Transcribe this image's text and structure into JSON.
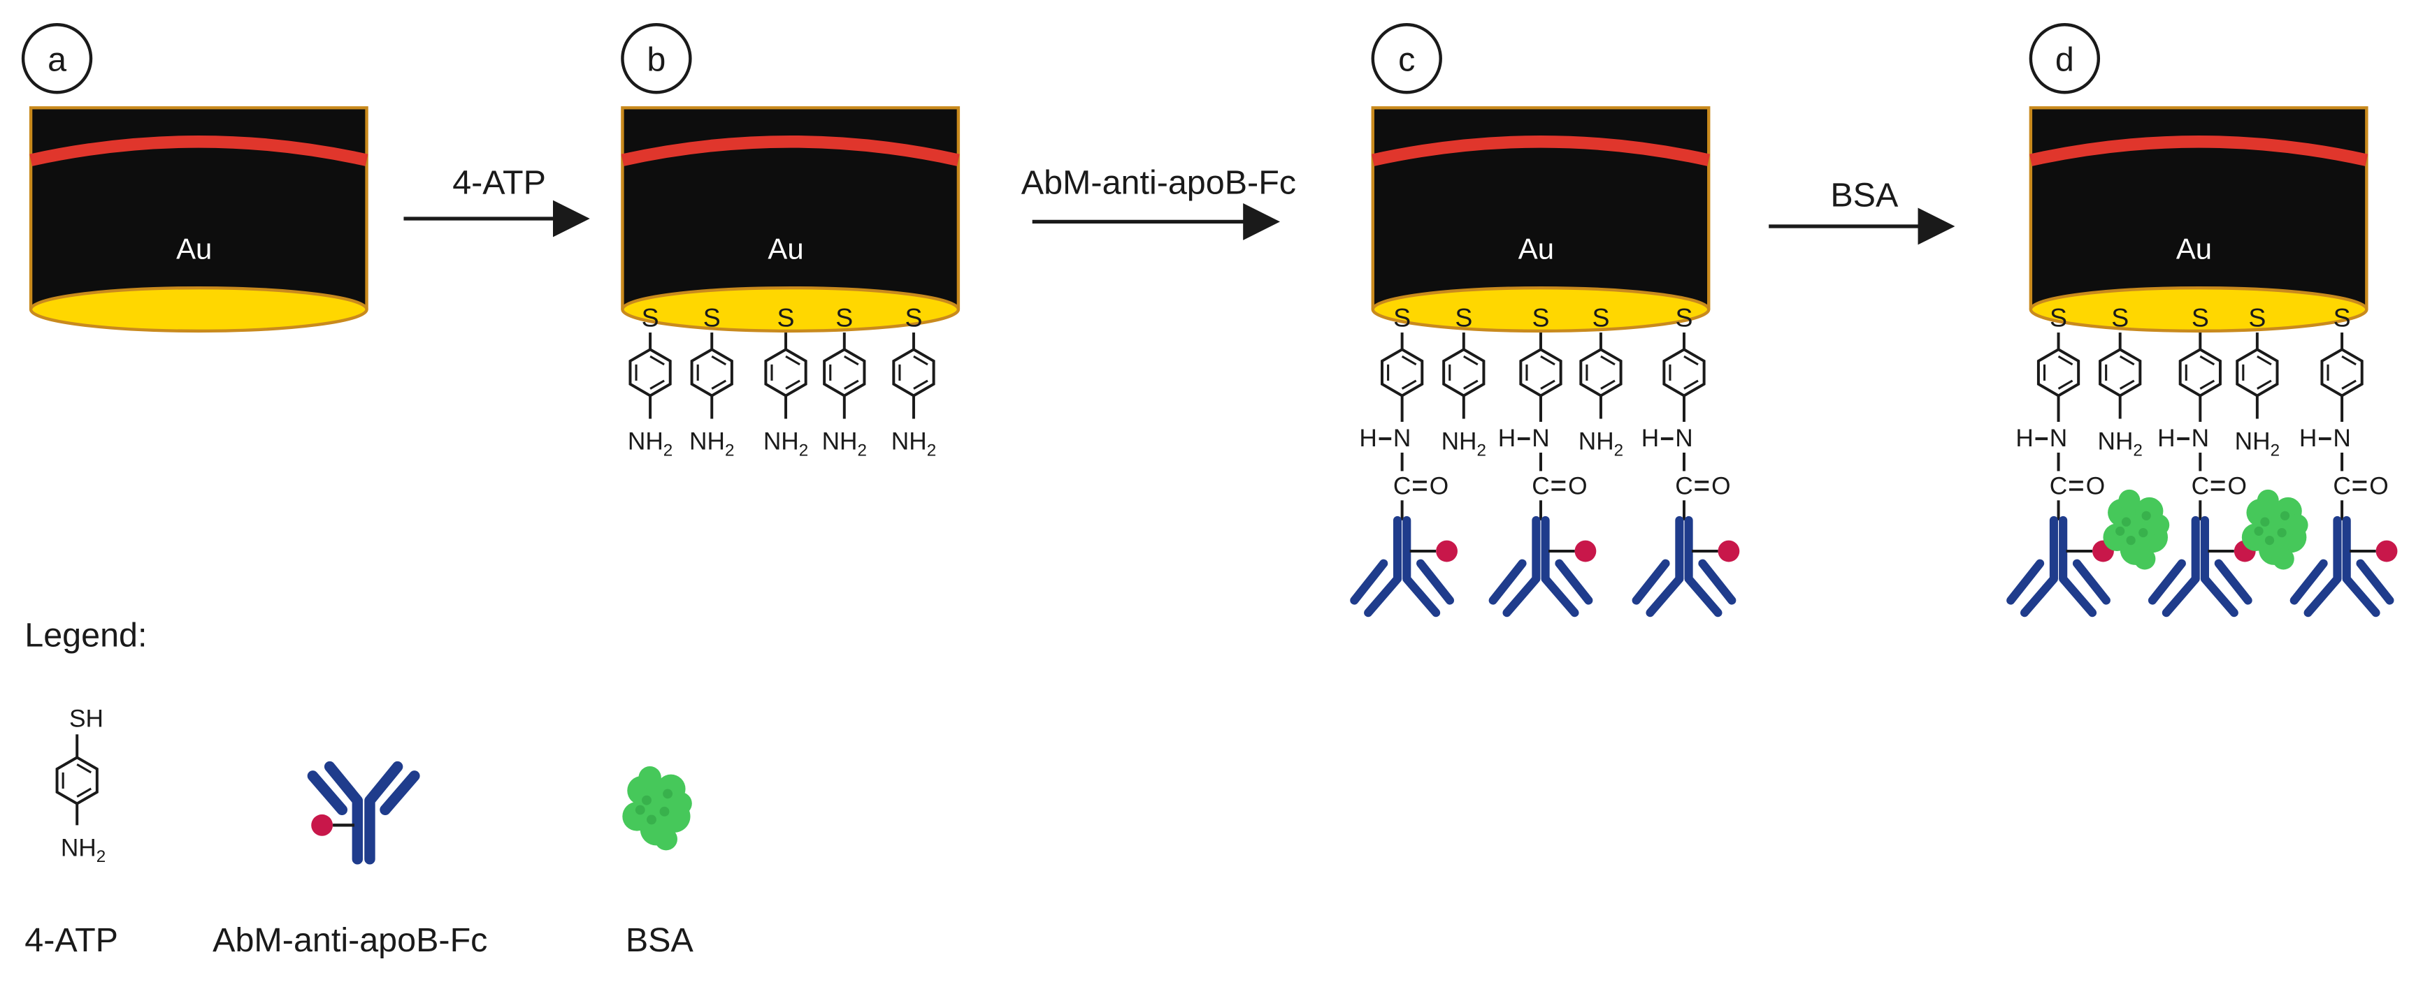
{
  "panels": [
    {
      "id": "a",
      "letter": "a",
      "metal": "Au"
    },
    {
      "id": "b",
      "letter": "b",
      "metal": "Au"
    },
    {
      "id": "c",
      "letter": "c",
      "metal": "Au"
    },
    {
      "id": "d",
      "letter": "d",
      "metal": "Au"
    }
  ],
  "steps": [
    {
      "label": "4-ATP"
    },
    {
      "label": "AbM-anti-apoB-Fc"
    },
    {
      "label": "BSA"
    }
  ],
  "chem": {
    "sulfur": "S",
    "amine_n": "NH",
    "amine_sub": "2",
    "h": "H",
    "n": "N",
    "c": "C",
    "o": "O",
    "thiol": "SH"
  },
  "legend": {
    "title": "Legend:",
    "items": [
      {
        "label": "4-ATP"
      },
      {
        "label": "AbM-anti-apoB-Fc"
      },
      {
        "label": "BSA"
      }
    ]
  },
  "colors": {
    "electrode_body": "#0d0d0d",
    "electrode_edge": "#c98a1d",
    "red_band": "#e0362c",
    "gold_face": "#ffd700",
    "antibody": "#1f3c8c",
    "antibody_tip": "#c8174a",
    "bsa": "#46c85a",
    "bsa_dark": "#2e9e42",
    "ink": "#1a1a1a"
  }
}
